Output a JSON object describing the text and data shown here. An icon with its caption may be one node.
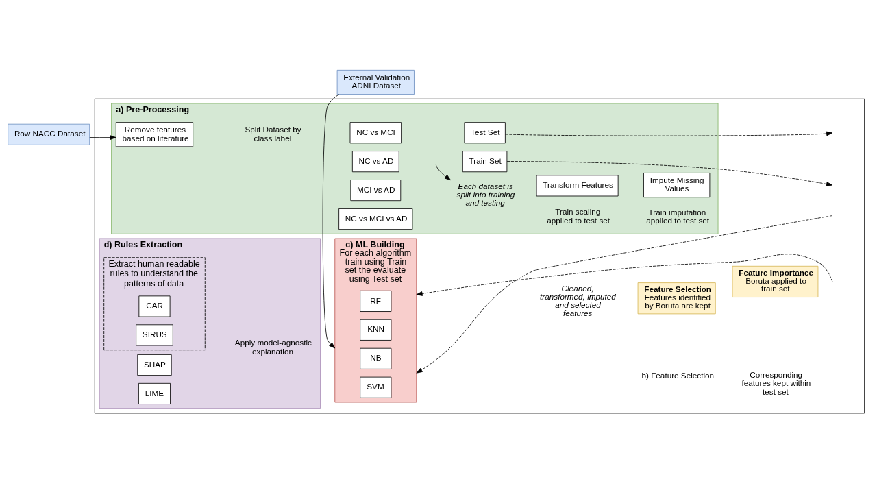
{
  "diagram": {
    "nodes": [
      {
        "text": [],
        "shape": "box"
      },
      {
        "text": [
          "Row NACC Dataset"
        ]
      },
      {
        "text": [
          "a) Pre-Processing"
        ],
        "in": 0
      },
      {
        "text": [
          "Remove features based on literature"
        ],
        "in": 2
      },
      {
        "text": [
          "NC vs AD"
        ],
        "in": 2
      },
      {
        "text": [
          "NC vs MCI"
        ],
        "in": 2
      },
      {
        "text": [
          "MCI vs AD"
        ],
        "in": 2
      },
      {
        "text": [
          "NC vs MCI vs AD"
        ],
        "in": 2
      },
      {
        "text": [
          "Train Set"
        ],
        "in": 2
      },
      {
        "text": [
          "Each dataset is split into training and testing"
        ],
        "in": 2
      },
      {
        "text": [
          "Test Set"
        ],
        "in": 2
      },
      {
        "text": [
          "Transform Features"
        ],
        "in": 2
      },
      {
        "text": [
          "Impute Missing Values"
        ],
        "in": 2
      },
      {
        "text": [
          "d) Rules Extraction"
        ],
        "in": 0
      },
      {
        "text": [
          "SHAP"
        ],
        "in": 13
      },
      {
        "text": [
          "LIME"
        ],
        "in": 13
      },
      {
        "text": [
          "Extract human readable rules to understand the patterns of data"
        ],
        "in": 13
      },
      {
        "text": [
          "CAR"
        ],
        "in": 16
      },
      {
        "text": [
          "SIRUS"
        ],
        "in": 16
      },
      {
        "text": [
          "c) ML Building",
          "For each algorithm train using Train set the evaluate using Test set"
        ],
        "in": 0
      },
      {
        "text": [
          "RF"
        ],
        "in": 19
      },
      {
        "text": [
          "KNN"
        ],
        "in": 19
      },
      {
        "text": [
          "NB"
        ],
        "in": 19
      },
      {
        "text": [
          "SVM"
        ],
        "in": 19
      },
      {
        "text": [
          "Feature Selection",
          "Features identified by Boruta are kept"
        ],
        "in": 0
      },
      {
        "text": [
          "Feature Importance",
          "Boruta applied to train set"
        ],
        "in": 0
      },
      {
        "text": [
          "External Validation ADNI Dataset"
        ]
      }
    ],
    "edges": [
      {
        "from": 1,
        "to": 3,
        "arrow": "to"
      },
      {
        "from": null,
        "to": 9,
        "arrow": "to"
      },
      {
        "from": 8,
        "to": null,
        "arrow": "to",
        "style": "dashed"
      },
      {
        "from": 10,
        "to": null,
        "arrow": "to",
        "style": "dashed"
      },
      {
        "from": null,
        "to": 19,
        "arrow": "to",
        "style": "dashed"
      },
      {
        "from": null,
        "to": 19,
        "arrow": "to",
        "style": "dashed"
      },
      {
        "from": 26,
        "to": 19,
        "arrow": "to"
      }
    ],
    "labels": [
      "Split Dataset by class label",
      "Train scaling applied to test set",
      "Train imputation applied to test set",
      "Apply model-agnostic explanation",
      "b) Feature Selection",
      "Cleaned, transformed, imputed and selected features",
      "Corresponding features kept within test set"
    ]
  }
}
